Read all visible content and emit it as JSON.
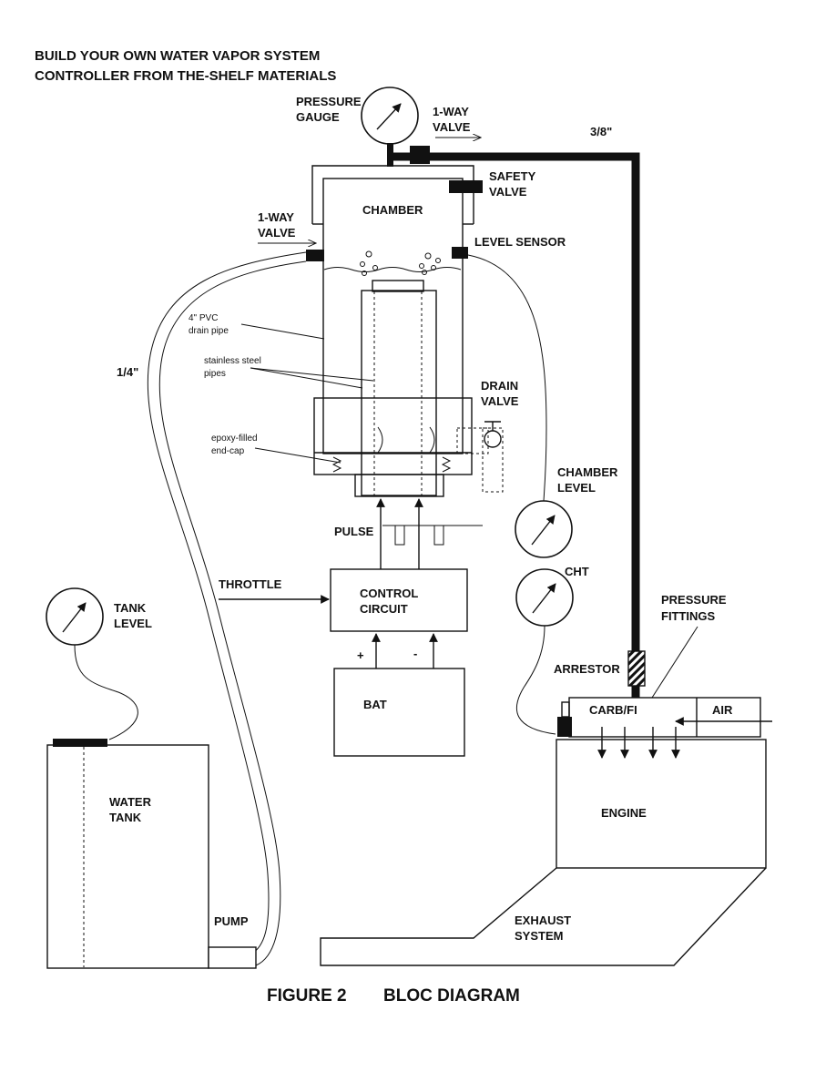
{
  "title": {
    "line1": "BUILD YOUR OWN WATER VAPOR SYSTEM",
    "line2": "CONTROLLER FROM THE-SHELF MATERIALS"
  },
  "labels": {
    "pressure_gauge_1": "PRESSURE",
    "pressure_gauge_2": "GAUGE",
    "top_valve_1": "1-WAY",
    "top_valve_2": "VALVE",
    "pipe_size_large": "3/8\"",
    "safety_valve_1": "SAFETY",
    "safety_valve_2": "VALVE",
    "chamber": "CHAMBER",
    "left_valve_1": "1-WAY",
    "left_valve_2": "VALVE",
    "level_sensor": "LEVEL SENSOR",
    "pvc_1": "4\" PVC",
    "pvc_2": "drain pipe",
    "steel_1": "stainless steel",
    "steel_2": "pipes",
    "pipe_size_small": "1/4\"",
    "drain_valve_1": "DRAIN",
    "drain_valve_2": "VALVE",
    "endcap_1": "epoxy-filled",
    "endcap_2": "end-cap",
    "chamber_level_1": "CHAMBER",
    "chamber_level_2": "LEVEL",
    "pulse": "PULSE",
    "throttle": "THROTTLE",
    "control_1": "CONTROL",
    "control_2": "CIRCUIT",
    "cht": "CHT",
    "tank_level_1": "TANK",
    "tank_level_2": "LEVEL",
    "pressure_fittings_1": "PRESSURE",
    "pressure_fittings_2": "FITTINGS",
    "plus": "+",
    "minus": "-",
    "arrestor": "ARRESTOR",
    "bat": "BAT",
    "carb": "CARB/FI",
    "air": "AIR",
    "water_1": "WATER",
    "water_2": "TANK",
    "engine": "ENGINE",
    "pump": "PUMP",
    "exhaust_1": "EXHAUST",
    "exhaust_2": "SYSTEM"
  },
  "caption": {
    "figure": "FIGURE 2",
    "name": "BLOC DIAGRAM"
  },
  "colors": {
    "ink": "#111111",
    "paper": "#ffffff"
  }
}
